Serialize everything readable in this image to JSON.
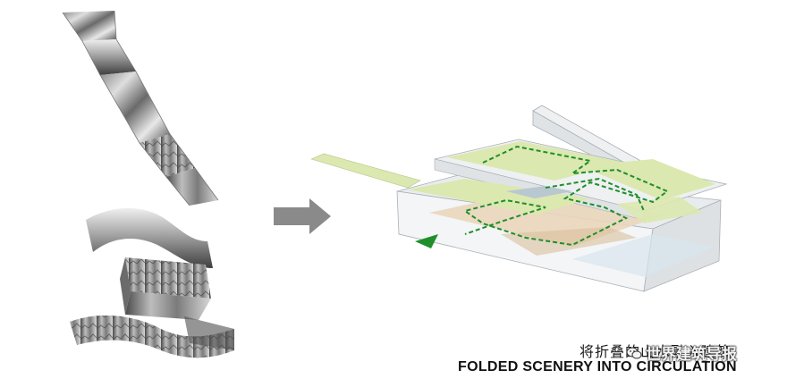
{
  "caption": {
    "chinese": "将折叠的山水融入建筑",
    "english": "FOLDED SCENERY INTO CIRCULATION"
  },
  "watermark": {
    "text": "世界建筑导报"
  },
  "colors": {
    "arrow": "#8a8a8a",
    "green_fill": "#dbe8b0",
    "green_path": "#1e8f2a",
    "box_face": "#e9ecee",
    "box_edge": "#a9b0b5",
    "tan_floor": "#ead7bb",
    "photo_dark": "#5b5b5b",
    "photo_light": "#e2e2e2"
  },
  "icons": {
    "arrow": "right-arrow-icon",
    "watermark_logo": "wechat-logo-icon"
  }
}
